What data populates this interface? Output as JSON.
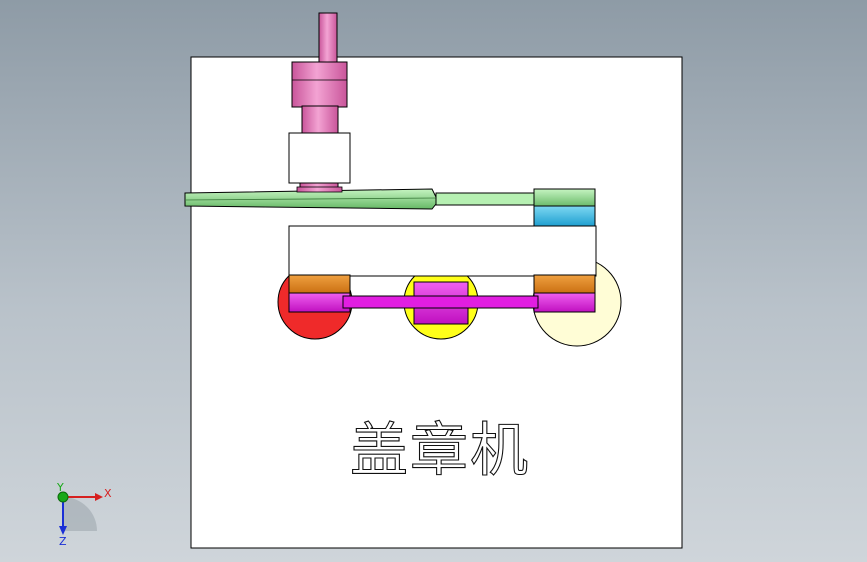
{
  "drawing": {
    "title": "盖章机"
  },
  "triad": {
    "x_label": "X",
    "y_label": "Y",
    "z_label": "Z"
  },
  "colors": {
    "background_top": "#8e9ba6",
    "background_bottom": "#cfd5da",
    "sheet": "#ffffff",
    "shaft_pink": "#e87fbf",
    "shaft_pink_dark": "#c9559a",
    "belt_green": "#8fd88f",
    "belt_green_light": "#b6f0b2",
    "pulley_cyan": "#3fc3e8",
    "arm_orange": "#e68a1e",
    "link_magenta": "#e11ee1",
    "disk_red": "#ef2a2a",
    "disk_yellow": "#ffff1a",
    "disk_cream": "#fffdd6",
    "axis_x": "#d62020",
    "axis_y": "#18a818",
    "axis_z": "#1a2fd6"
  }
}
